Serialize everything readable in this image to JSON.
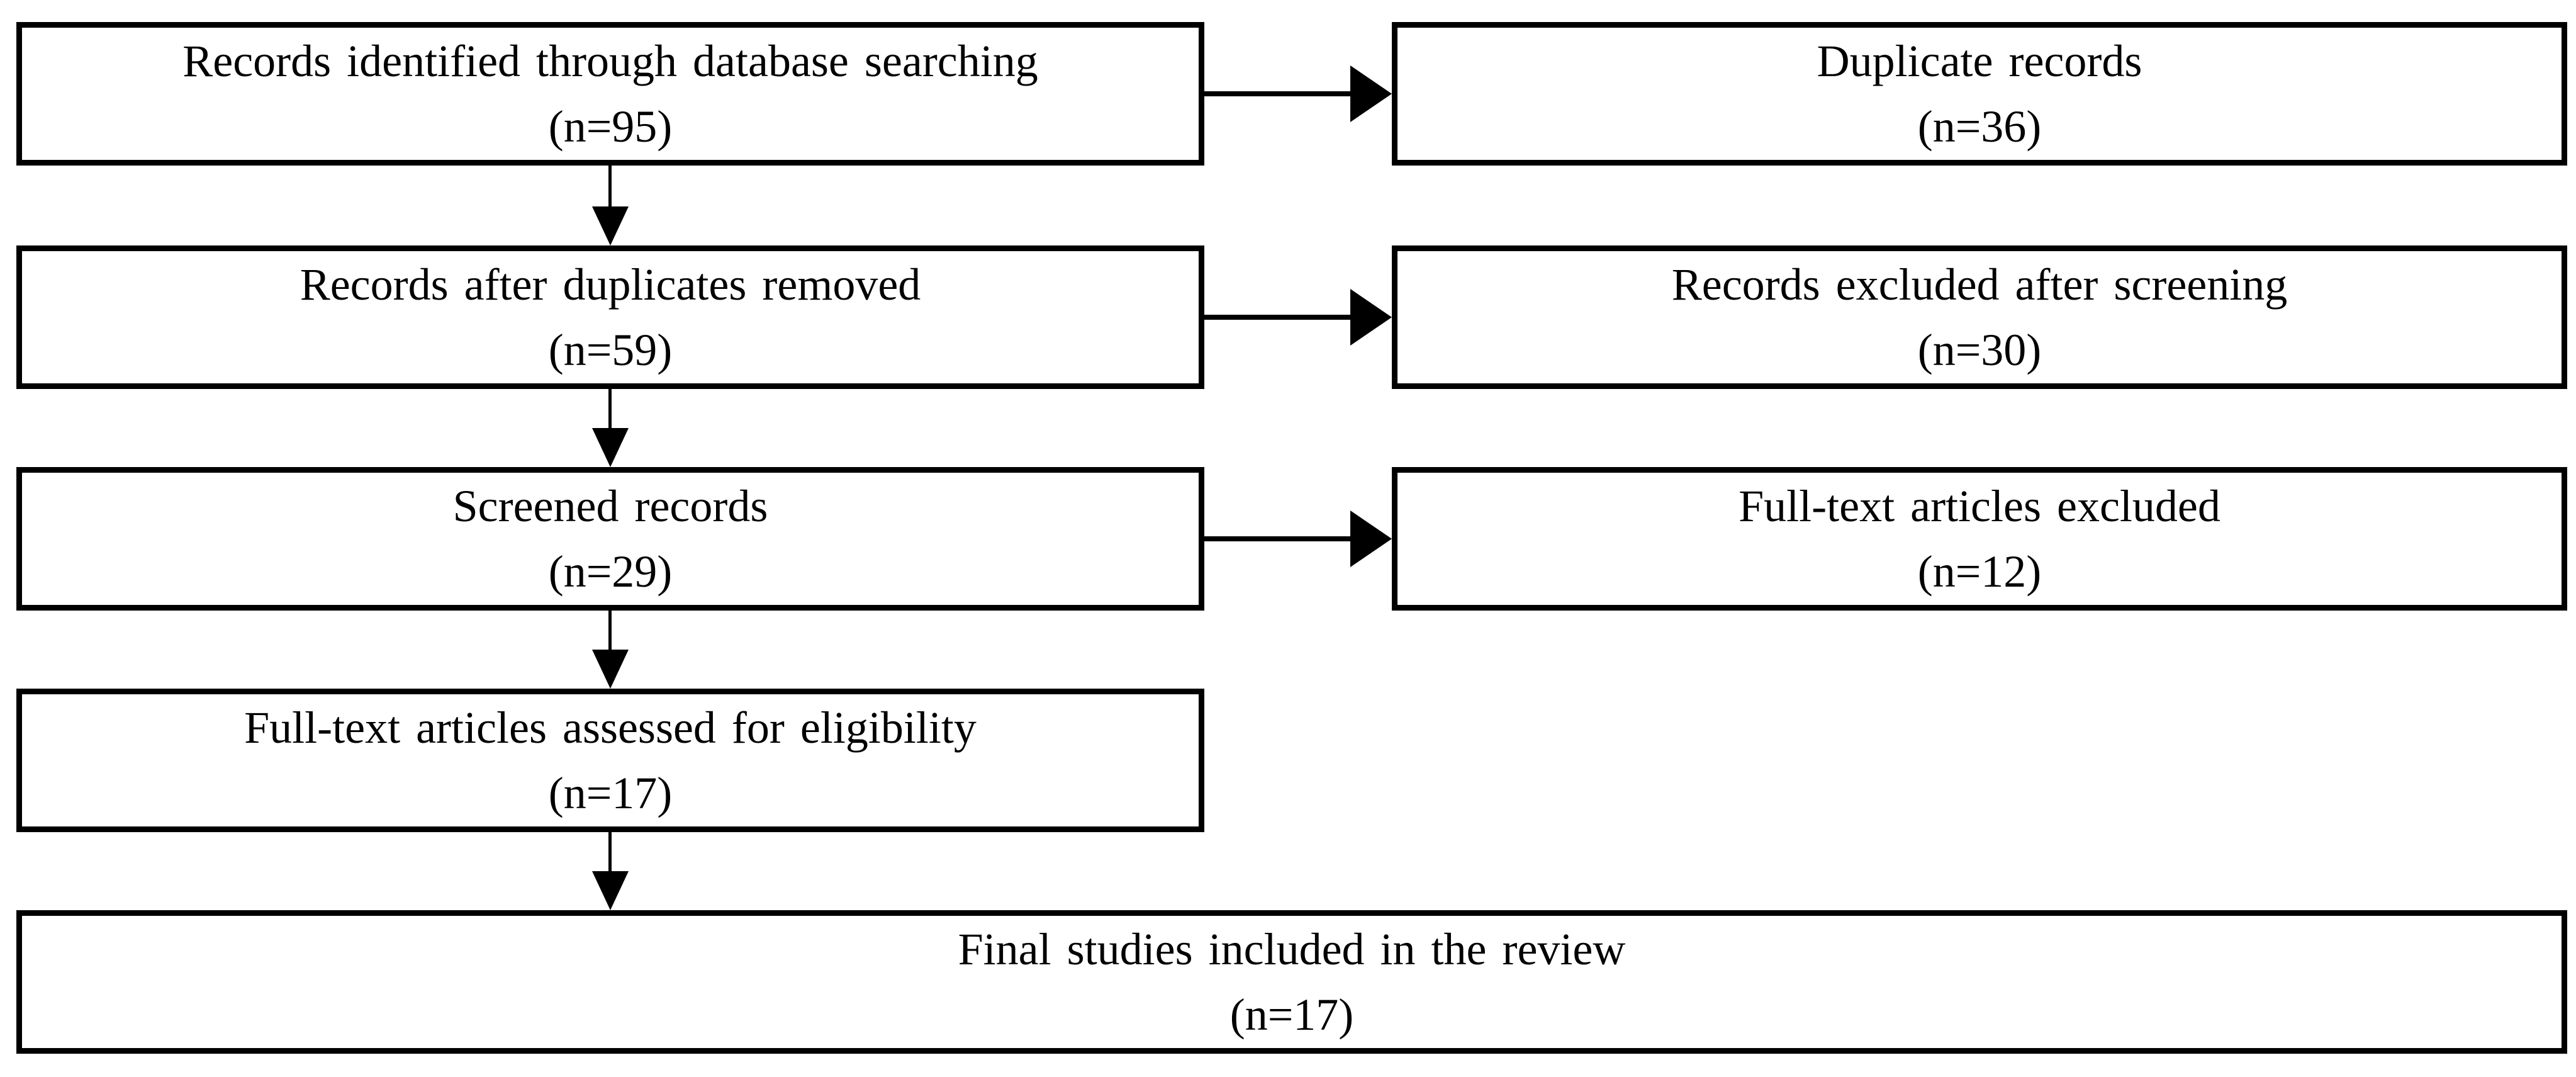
{
  "flow": {
    "boxes": [
      {
        "id": "records-identified",
        "label": "Records identified through database searching",
        "count": "(n=95)"
      },
      {
        "id": "duplicate-records",
        "label": "Duplicate records",
        "count": "(n=36)"
      },
      {
        "id": "after-duplicates",
        "label": "Records after duplicates removed",
        "count": "(n=59)"
      },
      {
        "id": "excluded-screening",
        "label": "Records excluded after screening",
        "count": "(n=30)"
      },
      {
        "id": "screened-records",
        "label": "Screened records",
        "count": "(n=29)"
      },
      {
        "id": "fulltext-excluded",
        "label": "Full-text articles excluded",
        "count": "(n=12)"
      },
      {
        "id": "fulltext-assessed",
        "label": "Full-text articles assessed for eligibility",
        "count": "(n=17)"
      },
      {
        "id": "final-included",
        "label": "Final studies included in the review",
        "count": "(n=17)"
      }
    ]
  },
  "colors": {
    "border": "#000000",
    "text": "#000000",
    "arrow": "#000000",
    "background": "#ffffff"
  }
}
